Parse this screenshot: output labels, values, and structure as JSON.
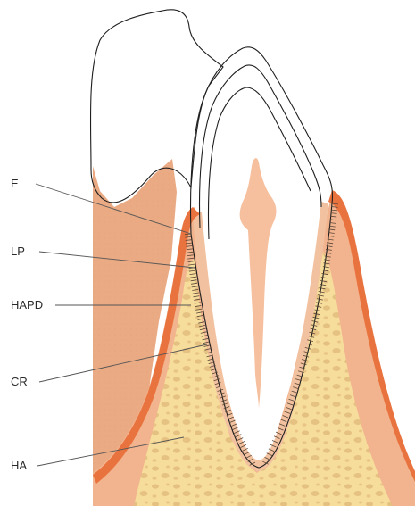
{
  "labels": [
    {
      "id": "e",
      "text": "E"
    },
    {
      "id": "lp",
      "text": "LP"
    },
    {
      "id": "hapd",
      "text": "HAPD"
    },
    {
      "id": "cr",
      "text": "CR"
    },
    {
      "id": "ha",
      "text": "HA"
    }
  ],
  "colors": {
    "background": "#ffffff",
    "outline": "#1e1e1e",
    "gingiva": "#f2b48e",
    "gingiva_back": "#e9aa84",
    "gingiva_edge": "#e9733f",
    "bone": "#f7dd9b",
    "bone_trabeculae": "#ddb678",
    "pulp": "#f6bf9d",
    "enamel": "#ffffff",
    "ligament_fiber": "#5a4636"
  }
}
